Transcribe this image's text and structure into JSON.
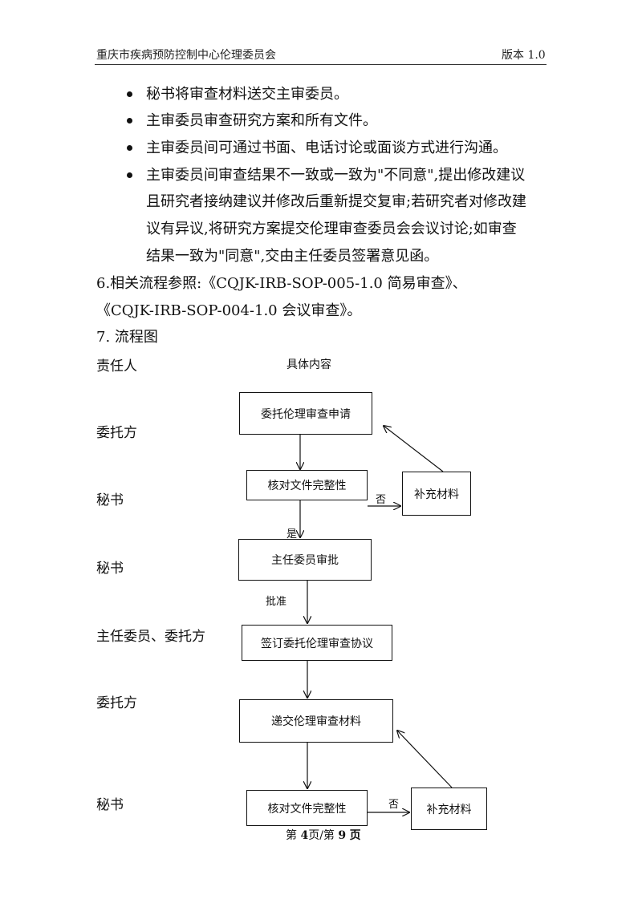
{
  "header": {
    "left": "重庆市疾病预防控制中心伦理委员会",
    "right": "版本 1.0"
  },
  "bullets": [
    [
      "秘书将审查材料送交主审委员。"
    ],
    [
      "主审委员审查研究方案和所有文件。"
    ],
    [
      "主审委员间可通过书面、电话讨论或面谈方式进行沟通。"
    ],
    [
      "主审委员间审查结果不一致或一致为\"不同意\",提出修改建议",
      "且研究者接纳建议并修改后重新提交复审;若研究者对修改建",
      "议有异议,将研究方案提交伦理审查委员会会议讨论;如审查",
      "结果一致为\"同意\",交由主任委员签署意见函。"
    ]
  ],
  "section6": [
    "6.相关流程参照:《CQJK-IRB-SOP-005-1.0 简易审查》、",
    "《CQJK-IRB-SOP-004-1.0 会议审查》。"
  ],
  "section7": "7. 流程图",
  "flow": {
    "col_role": "责任人",
    "col_content": "具体内容",
    "roles": [
      "委托方",
      "秘书",
      "秘书",
      "主任委员、委托方",
      "委托方",
      "秘书"
    ],
    "boxes": [
      "委托伦理审查申请",
      "核对文件完整性",
      "补充材料",
      "主任委员审批",
      "签订委托伦理审查协议",
      "递交伦理审查材料",
      "核对文件完整性",
      "补充材料"
    ],
    "labels": {
      "no1": "否",
      "yes": "是",
      "approve": "批准",
      "no2": "否"
    }
  },
  "footer": {
    "prefix": "第",
    "page": "4",
    "mid": "页/第",
    "total": "9",
    "suffix": "页"
  }
}
